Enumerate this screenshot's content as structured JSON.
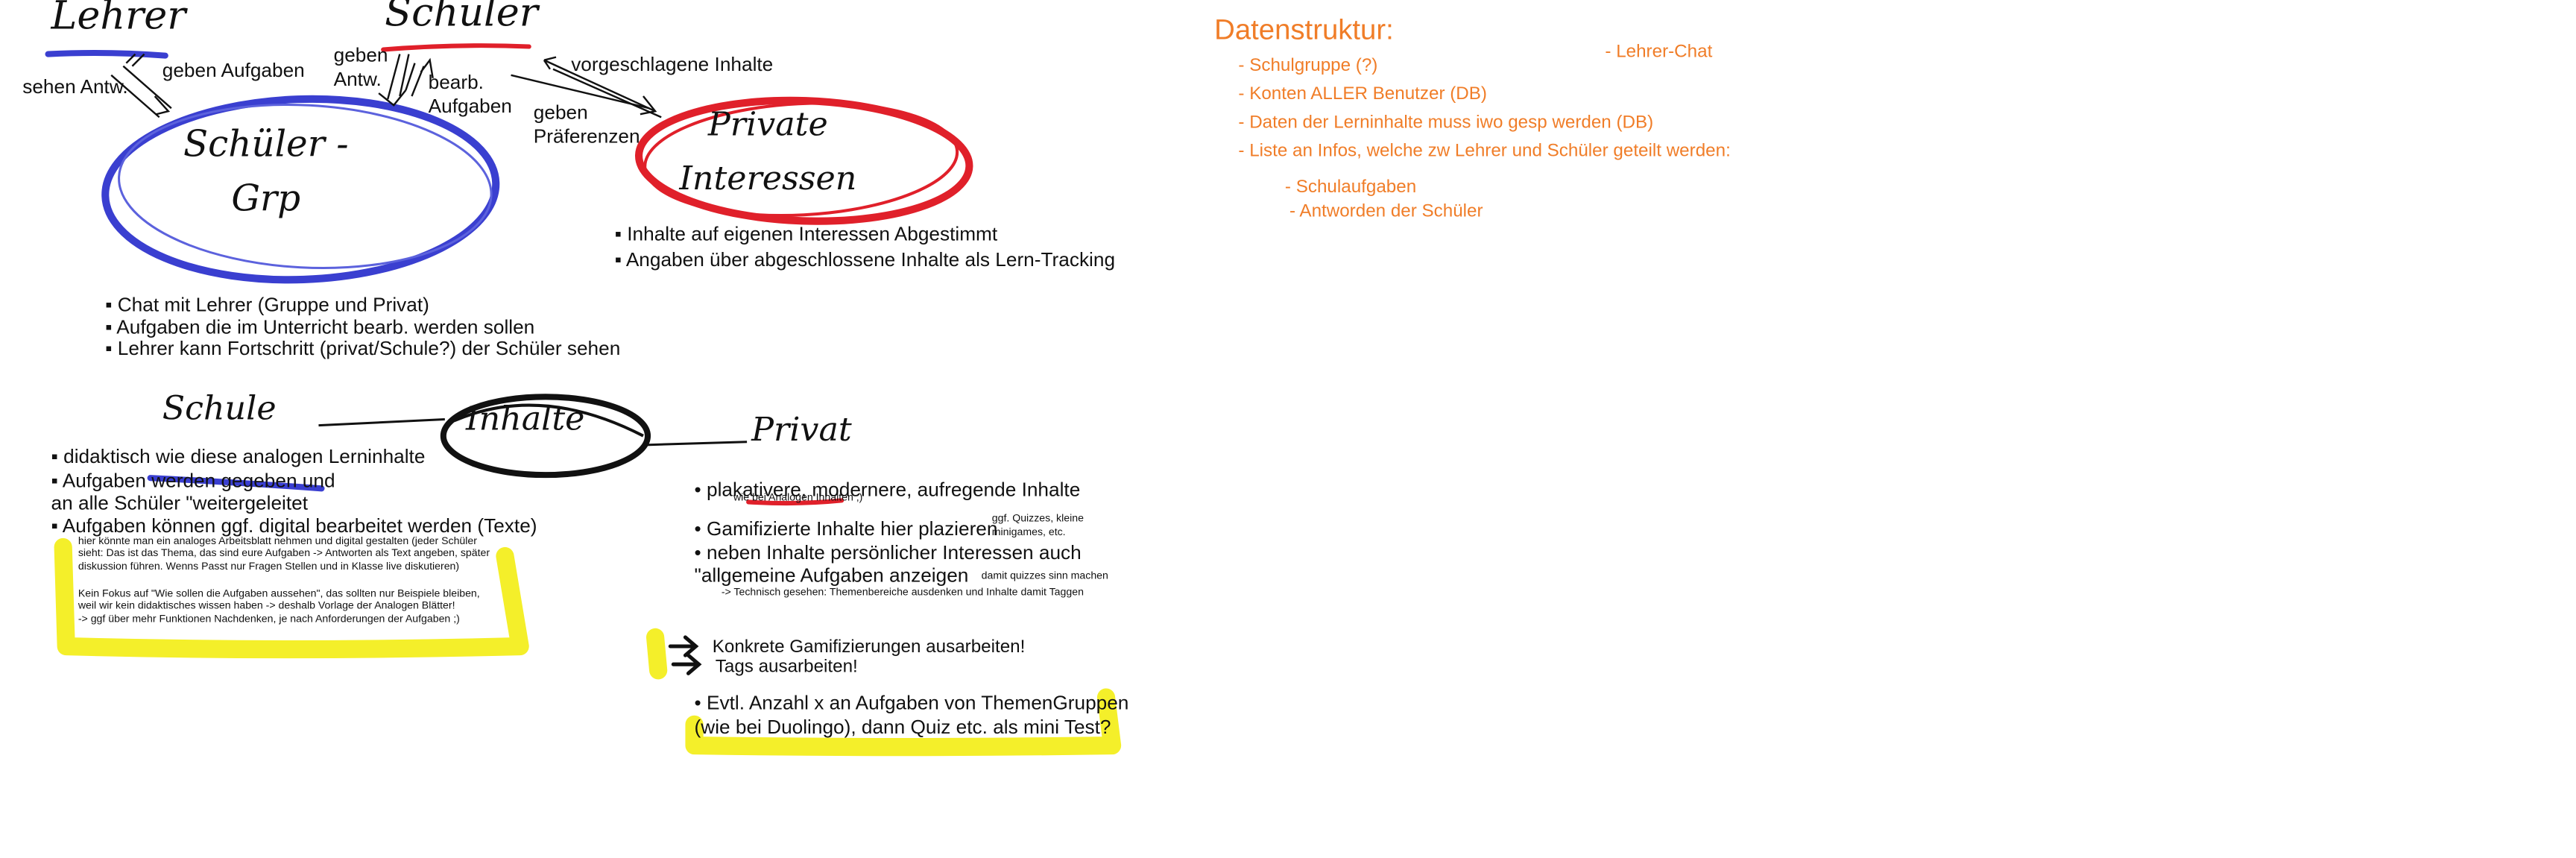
{
  "diagram": {
    "handwritten": {
      "lehrer": "Lehrer",
      "schueler": "Schüler",
      "schueler_grp": "Schüler -\nGrp",
      "private_interessen": "Private\nInteressen",
      "schule": "Schule",
      "inhalte": "Inhalte",
      "privat": "Privat"
    },
    "arrows": {
      "sehen_antw": "sehen Antw.",
      "geben_aufgaben": "geben Aufgaben",
      "geben_antw": "geben\nAntw.",
      "bearb_aufgaben": "bearb.\nAufgaben",
      "vorgeschlagene_inhalte": "vorgeschlagene Inhalte",
      "geben_praeferenzen": "geben\nPräferenzen"
    },
    "schueler_grp_bullets": [
      "Chat mit Lehrer (Gruppe und Privat)",
      "Aufgaben die im Unterricht bearb. werden sollen",
      "Lehrer kann Fortschritt (privat/Schule?) der Schüler sehen"
    ],
    "private_bullets": [
      "Inhalte auf eigenen Interessen Abgestimmt",
      "Angaben über abgeschlossene Inhalte als Lern-Tracking"
    ],
    "schule_bullets": [
      "didaktisch wie diese analogen Lerninhalte",
      "Aufgaben werden gegeben und\nan alle Schüler \"weitergeleitet",
      "Aufgaben können ggf. digital bearbeitet werden (Texte)"
    ],
    "schule_note_1": "hier könnte man ein analoges Arbeitsblatt nehmen und digital gestalten (jeder Schüler\nsieht: Das ist das Thema, das sind eure Aufgaben -> Antworten als Text angeben, später\ndiskussion führen. Wenns Passt nur Fragen Stellen und in Klasse live diskutieren)",
    "schule_note_2": "Kein Fokus auf \"Wie sollen die Aufgaben aussehen\", das sollten nur Beispiele bleiben,\nweil wir kein didaktisches wissen haben -> deshalb Vorlage der Analogen Blätter!\n-> ggf über mehr Funktionen Nachdenken, je nach Anforderungen der Aufgaben ;)",
    "privat_bullets": {
      "b1": "plakativere, modernere, aufregende Inhalte",
      "b1_sub": "wie bei Analogen Inhalten ;)",
      "b2": "Gamifizierte Inhalte hier plazieren",
      "b2_sub": "ggf. Quizzes, kleine\nminigames, etc.",
      "b3": "neben Inhalte persönlicher Interessen auch\n\"allgemeine Aufgaben anzeigen",
      "b3_sub": "damit quizzes sinn machen",
      "b3_note": "-> Technisch gesehen: Themenbereiche ausdenken und Inhalte damit Taggen"
    },
    "todos": {
      "gamification": "Konkrete Gamifizierungen ausarbeiten!",
      "tags": "Tags ausarbeiten!",
      "evtl": "Evtl. Anzahl x an Aufgaben von ThemenGruppen\n(wie bei Duolingo), dann Quiz etc. als mini Test?"
    }
  },
  "datenstruktur": {
    "title": "Datenstruktur:",
    "items": [
      "- Schulgruppe (?)",
      "- Konten ALLER Benutzer (DB)",
      "- Daten der Lerninhalte muss iwo gesp werden (DB)",
      "- Liste an Infos, welche zw Lehrer und Schüler geteilt werden:"
    ],
    "subitems": [
      "- Schulaufgaben",
      "- Antworden der Schüler"
    ],
    "lehrer_chat": "- Lehrer-Chat"
  },
  "colors": {
    "ink": "#111111",
    "blue": "#3a3fd0",
    "red": "#e0202a",
    "yellow": "#f4ef2a",
    "orange": "#f07d28"
  }
}
